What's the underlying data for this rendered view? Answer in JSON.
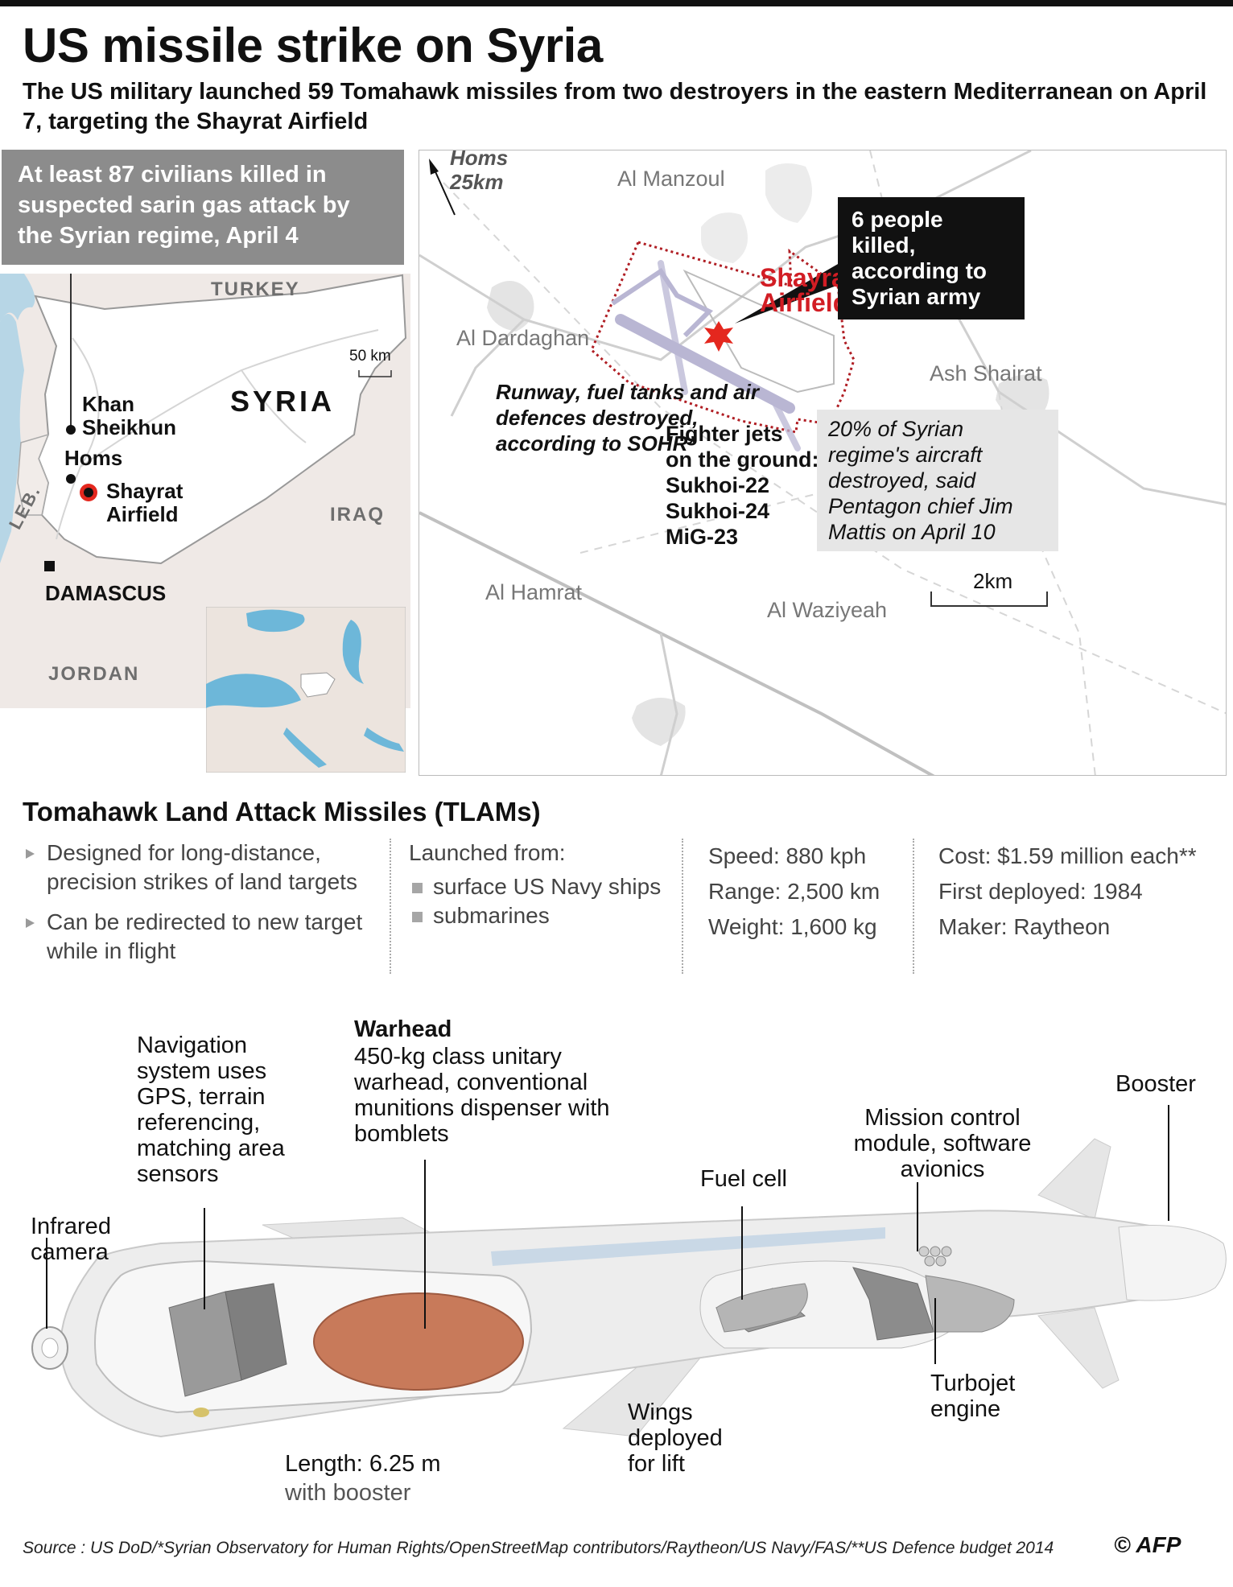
{
  "header": {
    "title": "US missile strike on Syria",
    "subtitle": "The US military launched 59 Tomahawk missiles from two destroyers in the eastern Mediterranean on April 7, targeting the Shayrat Airfield"
  },
  "locator_map": {
    "callout": "At least 87 civilians killed in suspected sarin gas attack by the Syrian regime, April 4",
    "countries": {
      "turkey": "TURKEY",
      "syria": "SYRIA",
      "iraq": "IRAQ",
      "jordan": "JORDAN",
      "lebanon": "LEB."
    },
    "places": {
      "khan_sheikhun": "Khan Sheikhun",
      "homs": "Homs",
      "shayrat": "Shayrat Airfield",
      "damascus": "DAMASCUS"
    },
    "scale": "50 km"
  },
  "detail_map": {
    "homs_direction": "Homs 25km",
    "places": {
      "al_manzoul": "Al Manzoul",
      "al_dardaghan": "Al Dardaghan",
      "ash_shairat": "Ash Shairat",
      "al_hamrat": "Al Hamrat",
      "al_waziyeah": "Al Waziyeah"
    },
    "airfield_label": "Shayrat Airfield",
    "casualty_callout": "6 people killed, according to Syrian army",
    "damage_note": "Runway, fuel tanks and air defences destroyed, according to SOHR*",
    "jets": [
      "Fighter jets",
      "on the ground:",
      "Sukhoi-22",
      "Sukhoi-24",
      "MiG-23"
    ],
    "mattis_note": "20% of Syrian regime's aircraft destroyed, said Pentagon chief Jim Mattis on April 10",
    "scale": "2km",
    "colors": {
      "airfield": "#d21d24",
      "runway": "#b9b6d3",
      "strike": "#e4271e"
    }
  },
  "tlam": {
    "title": "Tomahawk Land Attack Missiles (TLAMs)",
    "features": [
      "Designed for long-distance, precision strikes of land targets",
      "Can be redirected to new target while in flight"
    ],
    "launched_from_label": "Launched from:",
    "launch_platforms": [
      "surface US Navy ships",
      "submarines"
    ],
    "specs": [
      "Speed: 880 kph",
      "Range: 2,500 km",
      "Weight: 1,600 kg"
    ],
    "facts": [
      "Cost: $1.59 million each**",
      "First deployed: 1984",
      "Maker: Raytheon"
    ]
  },
  "missile_labels": {
    "infrared": "Infrared camera",
    "navigation": "Navigation system uses GPS, terrain referencing, matching area sensors",
    "warhead_title": "Warhead",
    "warhead_desc": "450-kg class unitary warhead, conventional munitions dispenser with bomblets",
    "fuel_cell": "Fuel cell",
    "mission_control": "Mission control module, software avionics",
    "booster": "Booster",
    "turbojet": "Turbojet engine",
    "wings": "Wings deployed for lift",
    "length": "Length: 6.25 m",
    "length_note": "with booster",
    "colors": {
      "warhead": "#c87a5a",
      "body": "#ededed"
    }
  },
  "footer": {
    "source": "Source : US DoD/*Syrian Observatory for Human Rights/OpenStreetMap contributors/Raytheon/US Navy/FAS/**US Defence budget 2014",
    "credit": "© AFP"
  }
}
